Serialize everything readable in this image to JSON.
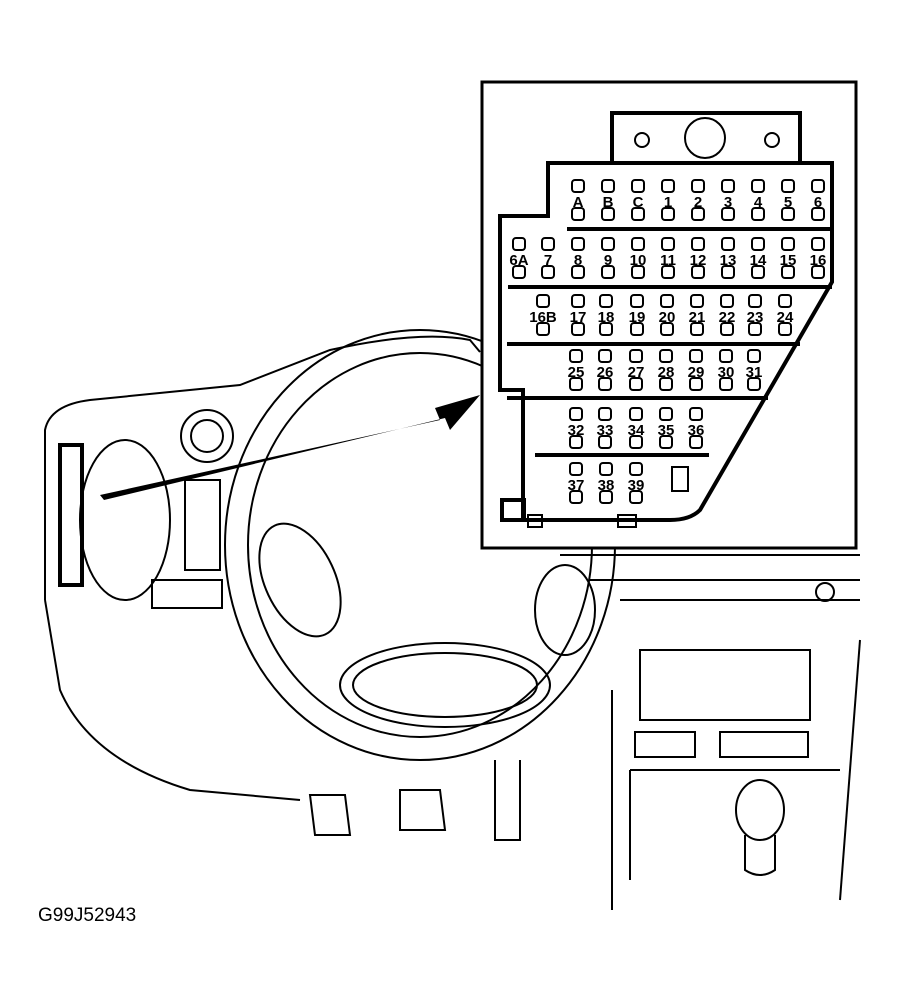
{
  "figure_code": "G99J52943",
  "fuse_box": {
    "rows": [
      [
        "A",
        "B",
        "C",
        "1",
        "2",
        "3",
        "4",
        "5",
        "6"
      ],
      [
        "6A",
        "7",
        "8",
        "9",
        "10",
        "11",
        "12",
        "13",
        "14",
        "15",
        "16"
      ],
      [
        "16B",
        "17",
        "18",
        "19",
        "20",
        "21",
        "22",
        "23",
        "24"
      ],
      [
        "25",
        "26",
        "27",
        "28",
        "29",
        "30",
        "31"
      ],
      [
        "32",
        "33",
        "34",
        "35",
        "36"
      ],
      [
        "37",
        "38",
        "39"
      ]
    ]
  }
}
